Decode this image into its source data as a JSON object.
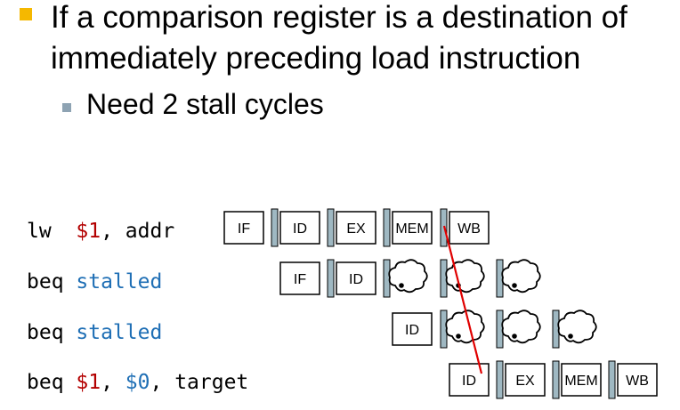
{
  "slide": {
    "bullet_line1": "If a comparison register is a destination of",
    "bullet_line2": "immediately preceding load instruction",
    "sub_bullet": "Need 2 stall cycles",
    "bullet_color": "#f5b800",
    "sub_bullet_color": "#8ea3b3"
  },
  "instructions": [
    {
      "parts": [
        {
          "text": "lw  ",
          "cls": ""
        },
        {
          "text": "$1",
          "cls": "reg"
        },
        {
          "text": ", addr",
          "cls": ""
        }
      ]
    },
    {
      "parts": [
        {
          "text": "beq ",
          "cls": ""
        },
        {
          "text": "stalled",
          "cls": "kw"
        }
      ]
    },
    {
      "parts": [
        {
          "text": "beq ",
          "cls": ""
        },
        {
          "text": "stalled",
          "cls": "kw"
        }
      ]
    },
    {
      "parts": [
        {
          "text": "beq ",
          "cls": ""
        },
        {
          "text": "$1",
          "cls": "reg"
        },
        {
          "text": ", ",
          "cls": ""
        },
        {
          "text": "$0",
          "cls": "kw"
        },
        {
          "text": ", target",
          "cls": ""
        }
      ]
    }
  ],
  "pipeline_rows": [
    {
      "stages": [
        {
          "type": "box",
          "label": "IF"
        },
        {
          "type": "box",
          "label": "ID"
        },
        {
          "type": "box",
          "label": "EX"
        },
        {
          "type": "box",
          "label": "MEM"
        },
        {
          "type": "box",
          "label": "WB"
        }
      ]
    },
    {
      "stages": [
        {
          "type": "box",
          "label": "IF"
        },
        {
          "type": "box",
          "label": "ID"
        },
        {
          "type": "bubble"
        },
        {
          "type": "bubble"
        },
        {
          "type": "bubble"
        }
      ]
    },
    {
      "stages": [
        {
          "type": "box",
          "label": "ID"
        },
        {
          "type": "bubble"
        },
        {
          "type": "bubble"
        },
        {
          "type": "bubble"
        }
      ]
    },
    {
      "stages": [
        {
          "type": "box",
          "label": "ID"
        },
        {
          "type": "box",
          "label": "EX"
        },
        {
          "type": "box",
          "label": "MEM"
        },
        {
          "type": "box",
          "label": "WB"
        }
      ]
    }
  ],
  "colors": {
    "register_bar": "#9fb8c2",
    "forward_arrow": "#e00000"
  }
}
